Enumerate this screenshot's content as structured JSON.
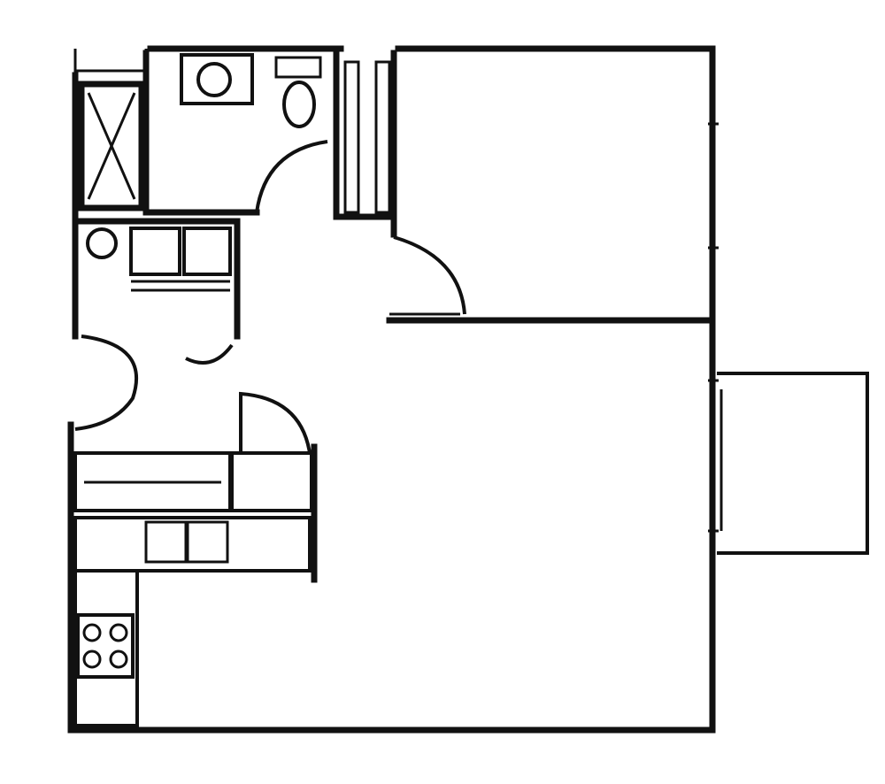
{
  "plan": {
    "line_color": "#111111",
    "background": "#ffffff",
    "rooms": [
      "bedroom",
      "closet",
      "bathroom",
      "storage-closet",
      "laundry",
      "living-room",
      "kitchen",
      "balcony"
    ]
  }
}
